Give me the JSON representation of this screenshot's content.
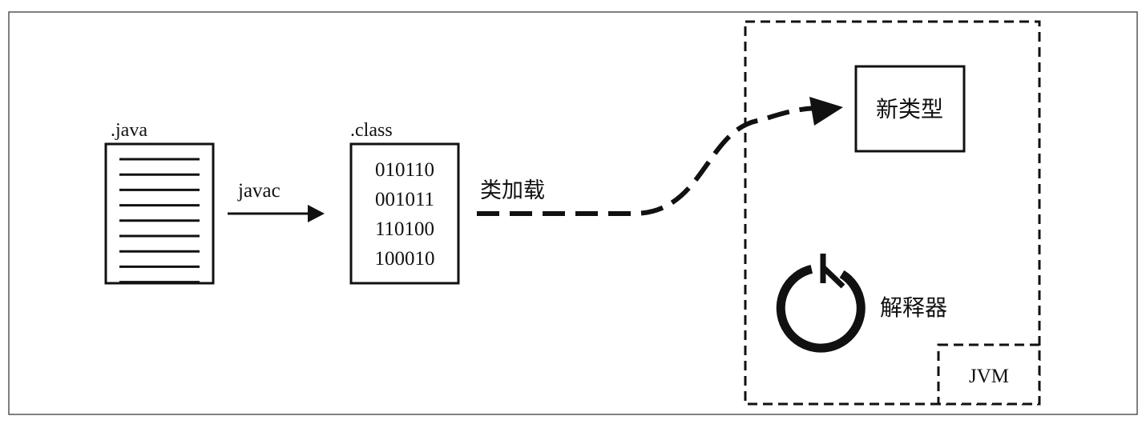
{
  "java_file": {
    "label": ".java",
    "line_count": 9
  },
  "compile_step": {
    "label": "javac"
  },
  "class_file": {
    "label": ".class",
    "bytecode_lines": [
      "010110",
      "001011",
      "110100",
      "100010"
    ]
  },
  "load_step": {
    "label": "类加载"
  },
  "jvm": {
    "label": "JVM",
    "new_type_label": "新类型",
    "interpreter_label": "解释器"
  },
  "colors": {
    "stroke": "#111111",
    "background": "#ffffff"
  }
}
